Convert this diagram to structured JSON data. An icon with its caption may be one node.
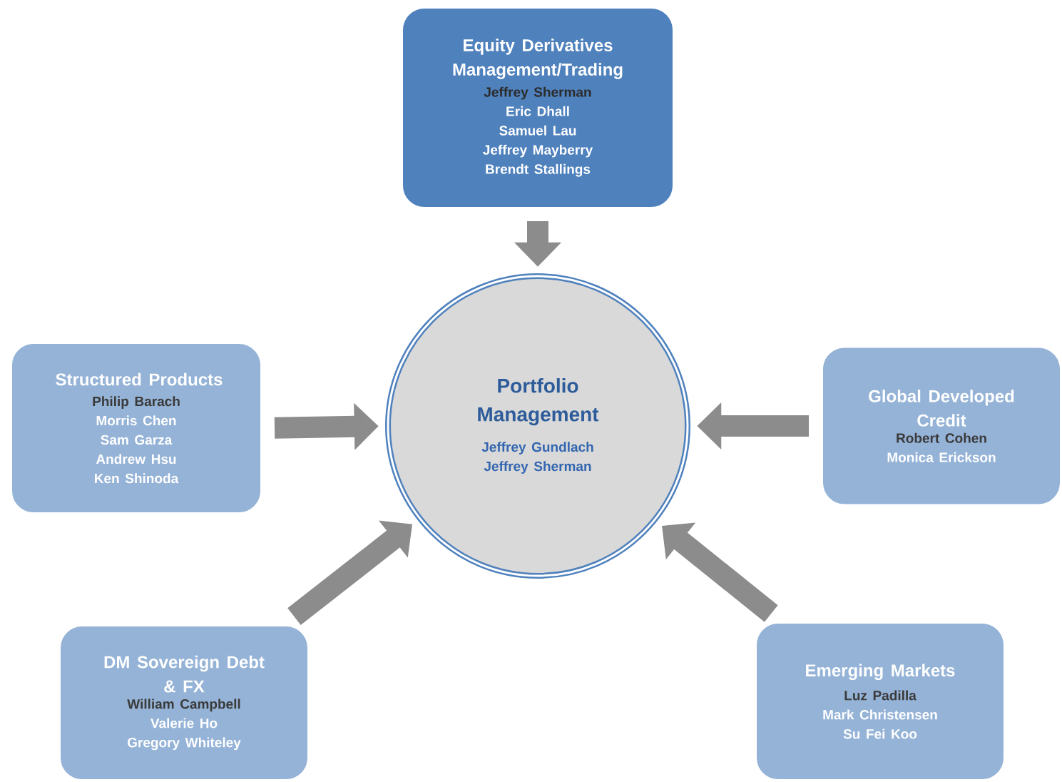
{
  "diagram": {
    "nodes": [
      {
        "text": [
          "Equity Derivatives Management/Trading",
          "Jeffrey Sherman",
          "Eric Dhall",
          "Samuel Lau",
          "Jeffrey Mayberry",
          "Brendt Stallings"
        ]
      },
      {
        "text": [
          "Structured Products",
          "Philip Barach",
          "Morris Chen",
          "Sam Garza",
          "Andrew Hsu",
          "Ken Shinoda"
        ]
      },
      {
        "text": [
          "Portfolio Management",
          "Jeffrey Gundlach",
          "Jeffrey Sherman"
        ]
      },
      {
        "text": [
          "Global Developed Credit",
          "Robert Cohen",
          "Monica Erickson"
        ]
      },
      {
        "text": [
          "DM Sovereign Debt & FX",
          "William Campbell",
          "Valerie Ho",
          "Gregory Whiteley"
        ]
      },
      {
        "text": [
          "Emerging Markets",
          "Luz Padilla",
          "Mark Christensen",
          "Su Fei Koo"
        ]
      }
    ],
    "edges": [
      {
        "from": 0,
        "to": 2,
        "arrow": "to"
      },
      {
        "from": 1,
        "to": 2,
        "arrow": "to"
      },
      {
        "from": 3,
        "to": 2,
        "arrow": "to"
      },
      {
        "from": 4,
        "to": 2,
        "arrow": "to"
      },
      {
        "from": 5,
        "to": 2,
        "arrow": "to"
      }
    ]
  }
}
